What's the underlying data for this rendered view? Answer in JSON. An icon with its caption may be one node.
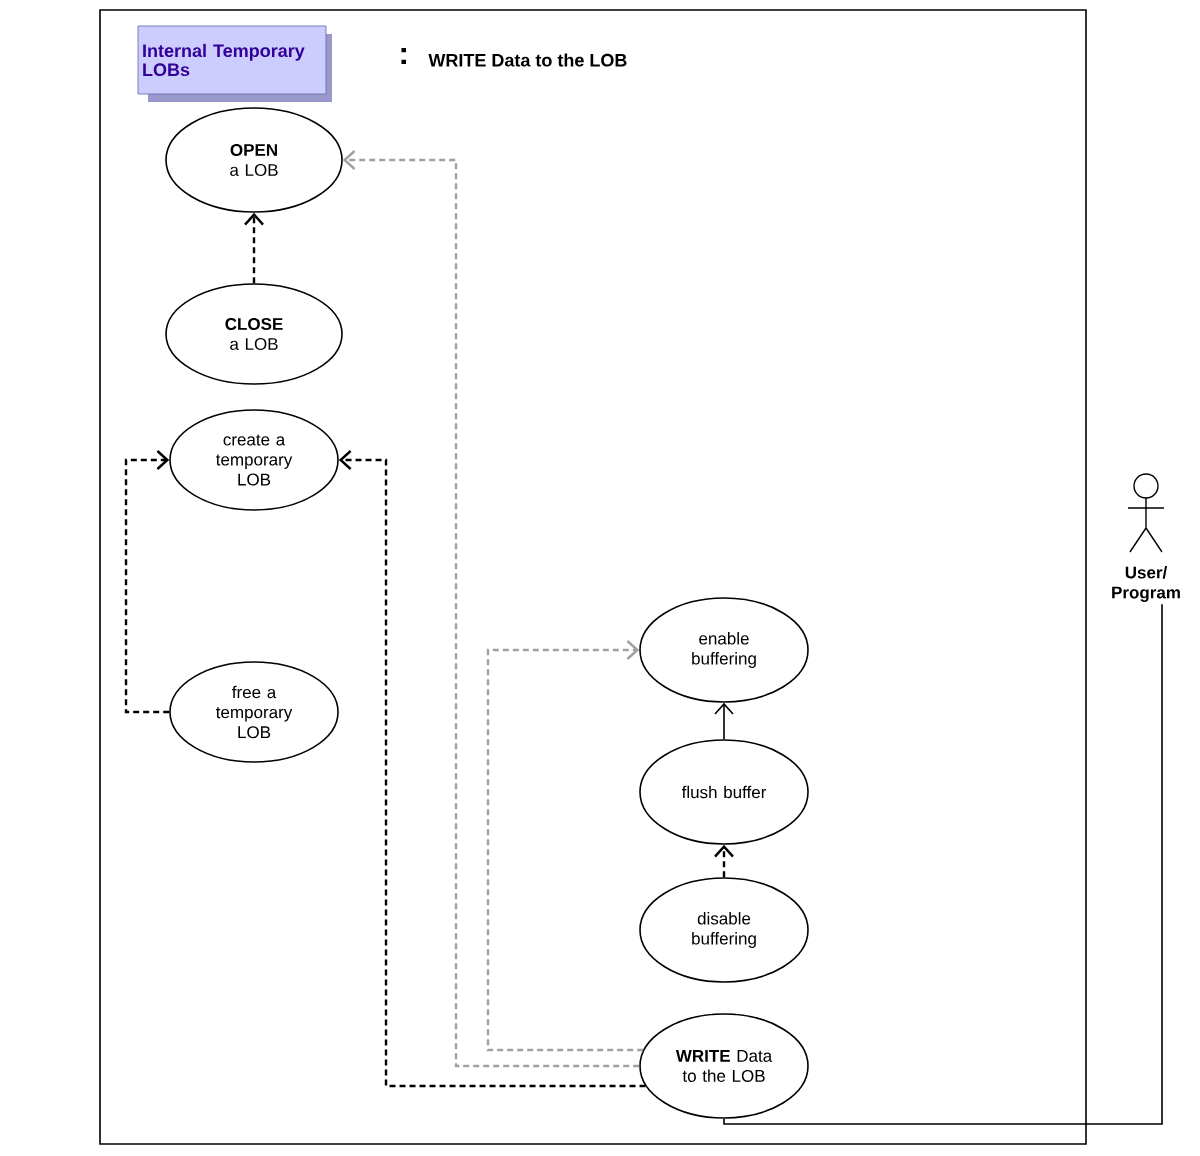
{
  "diagram": {
    "title": "WRITE Data to the LOB",
    "nodes": [
      {
        "text": [],
        "shape": "box"
      },
      {
        "text": [
          "Internal Temporary LOBs"
        ],
        "in": 0
      },
      {
        "text": [
          "**OPEN** a LOB"
        ],
        "in": 0
      },
      {
        "text": [
          "**CLOSE** a LOB"
        ],
        "in": 0
      },
      {
        "text": [
          "create a temporary LOB"
        ],
        "in": 0
      },
      {
        "text": [
          "free a temporary LOB"
        ],
        "in": 0
      },
      {
        "text": [
          "enable buffering"
        ],
        "in": 0
      },
      {
        "text": [
          "flush buffer"
        ],
        "in": 0
      },
      {
        "text": [
          "disable buffering"
        ],
        "in": 0
      },
      {
        "text": [
          "**WRITE** Data to the LOB"
        ],
        "in": 0
      },
      {
        "text": [
          "User/ Program"
        ]
      }
    ],
    "edges": [
      {
        "from": 3,
        "to": 2,
        "arrow": "to",
        "style": "dashed"
      },
      {
        "from": 5,
        "to": 4,
        "arrow": "to",
        "style": "dashed"
      },
      {
        "from": 9,
        "to": 4,
        "arrow": "to",
        "style": "dashed"
      },
      {
        "from": 9,
        "to": 2,
        "arrow": "to",
        "style": "dashed",
        "color": "#a0a0a0"
      },
      {
        "from": 9,
        "to": 6,
        "arrow": "to",
        "style": "dashed",
        "color": "#a0a0a0"
      },
      {
        "from": 7,
        "to": 6,
        "arrow": "to"
      },
      {
        "from": 8,
        "to": 7,
        "arrow": "to",
        "style": "dashed"
      },
      {
        "from": 10,
        "to": 9,
        "arrow": "none"
      }
    ],
    "labels": [
      ":"
    ]
  }
}
